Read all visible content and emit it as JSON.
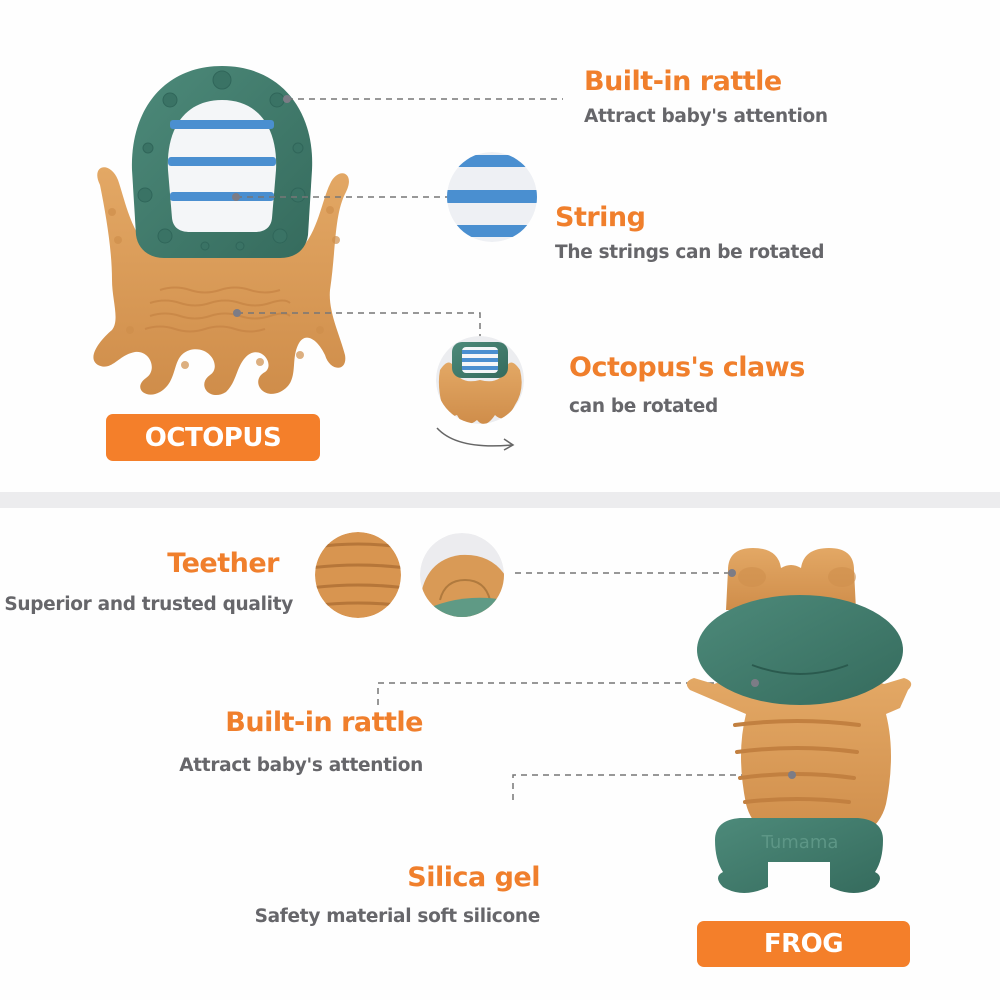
{
  "top_section": {
    "product_label": "OCTOPUS",
    "features": [
      {
        "title": "Built-in rattle",
        "subtitle": "Attract baby's attention"
      },
      {
        "title": "String",
        "subtitle": "The strings can be rotated"
      },
      {
        "title": "Octopus's claws",
        "subtitle": "can be rotated"
      }
    ]
  },
  "bottom_section": {
    "product_label": "FROG",
    "brand_mark": "Tumama",
    "features": [
      {
        "title": "Teether",
        "subtitle": "Superior and trusted quality"
      },
      {
        "title": "Built-in rattle",
        "subtitle": "Attract baby's attention"
      },
      {
        "title": "Silica gel",
        "subtitle": "Safety material soft silicone"
      }
    ]
  },
  "colors": {
    "accent_orange": "#f47f2a",
    "title_orange": "#f07f2c",
    "subtitle_gray": "#66666a",
    "toy_green": "#3f7a6b",
    "toy_tan": "#d99a56",
    "string_blue": "#4a8fd0",
    "divider": "#ececee"
  }
}
